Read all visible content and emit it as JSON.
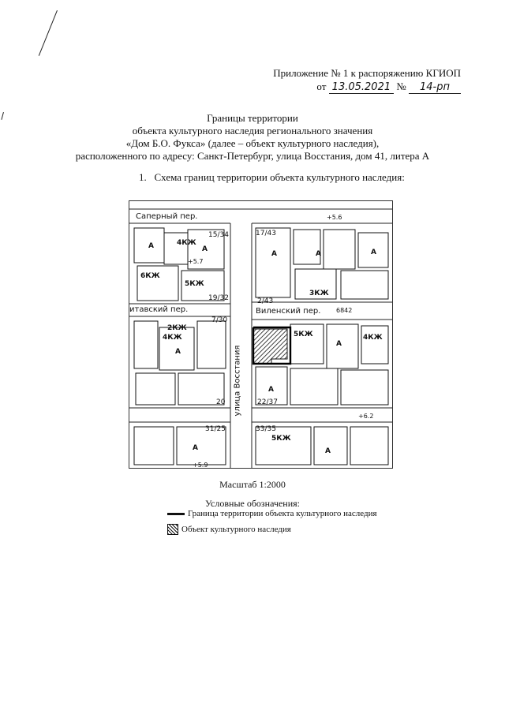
{
  "header": {
    "line1": "Приложение № 1 к распоряжению КГИОП",
    "line2_prefix": "от",
    "date_handwritten": "13.05.2021",
    "number_label": "№",
    "number_handwritten": "14-рп"
  },
  "title": {
    "line1": "Границы территории",
    "line2": "объекта культурного наследия регионального значения",
    "line3": "«Дом Б.О. Фукса» (далее – объект культурного наследия),",
    "line4": "расположенного по адресу: Санкт-Петербург, улица Восстания, дом 41, литера А"
  },
  "section": {
    "number": "1.",
    "text": "Схема границ территории объекта культурного наследия:"
  },
  "map": {
    "streets": {
      "saperny": "Саперный пер.",
      "vilensky": "Виленский пер.",
      "kitavsky": "итавский пер.",
      "vosstaniya": "улица Восстания"
    },
    "labels": {
      "a1": "А",
      "a2": "А",
      "a3": "А",
      "a4": "А",
      "a5": "А",
      "a6": "А",
      "a7": "А",
      "a8": "А",
      "a9": "А",
      "a10": "А",
      "k5kzh1": "5КЖ",
      "k5kzh2": "5КЖ",
      "k5kzh3": "5КЖ",
      "k4kzh1": "4КЖ",
      "k4kzh2": "4КЖ",
      "k4kzh3": "4КЖ",
      "k6kzh1": "6КЖ",
      "k3kzh1": "3КЖ",
      "k2kzh1": "2КЖ",
      "addr1": "15/34",
      "addr2": "17/43",
      "addr3": "19/32",
      "addr4": "7/30",
      "addr5": "22/37",
      "addr6": "31/25",
      "addr7": "33/35",
      "addr8": "2/43",
      "addr9": "20",
      "elev1": "+5.6",
      "elev2": "+5.9",
      "elev3": "+6.2",
      "elev4": "+5.7",
      "elev5": "6842"
    }
  },
  "scale": "Масштаб 1:2000",
  "legend": {
    "title": "Условные обозначения:",
    "boundary": "Граница территории объекта культурного наследия",
    "object": "Объект культурного наследия"
  }
}
